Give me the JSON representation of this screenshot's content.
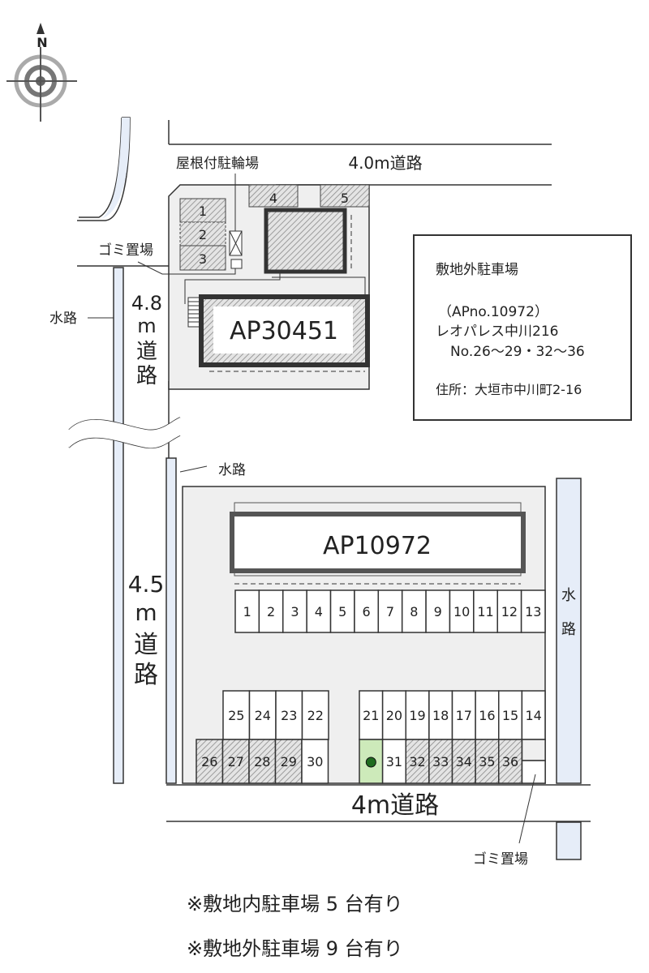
{
  "compass": {
    "north_label": "N"
  },
  "roads": {
    "top": "4.0m道路",
    "left_upper": [
      "4.8",
      "m",
      "道",
      "路"
    ],
    "left_lower": [
      "4.5",
      "m",
      "道",
      "路"
    ],
    "bottom": "4m道路"
  },
  "waterways": {
    "upper_left": "水路",
    "middle": "水路",
    "right": [
      "水",
      "路"
    ]
  },
  "facilities": {
    "bicycle_shelter": "屋根付駐輪場",
    "garbage_upper": "ゴミ置場",
    "garbage_lower": "ゴミ置場"
  },
  "site_upper": {
    "building": "AP30451",
    "parking": [
      "1",
      "2",
      "3",
      "4",
      "5"
    ]
  },
  "site_lower": {
    "building": "AP10972",
    "row1": [
      "1",
      "2",
      "3",
      "4",
      "5",
      "6",
      "7",
      "8",
      "9",
      "10",
      "11",
      "12",
      "13"
    ],
    "row2_left": [
      "25",
      "24",
      "23",
      "22"
    ],
    "row3_left": [
      "26",
      "27",
      "28",
      "29",
      "30"
    ],
    "row2_right": [
      "21",
      "20",
      "19",
      "18",
      "17",
      "16",
      "15",
      "14"
    ],
    "row3_right": [
      "31",
      "32",
      "33",
      "34",
      "35",
      "36"
    ]
  },
  "info_box": {
    "title": "敷地外駐車場",
    "line1": "（APno.10972）",
    "line2": "レオパレス中川216",
    "line3": "No.26〜29・32〜36",
    "address": "住所：大垣市中川町2-16"
  },
  "notes": [
    "※敷地内駐車場 5 台有り",
    "※敷地外駐車場 9 台有り"
  ],
  "colors": {
    "water": "#e6edf8",
    "site": "#efefef",
    "hatch": "#9a9a9a",
    "highlight": "#cdeaba",
    "marker": "#1f6b1f"
  }
}
